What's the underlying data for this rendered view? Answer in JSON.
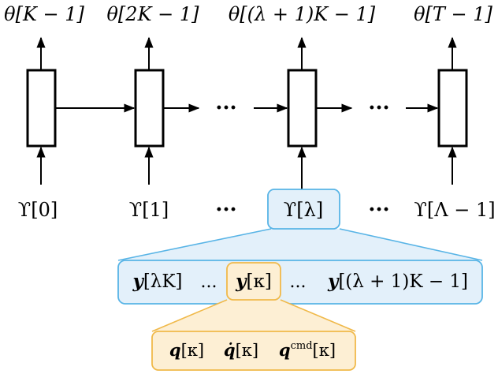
{
  "outputs": {
    "o1": "θ[K − 1]",
    "o2": "θ[2K − 1]",
    "o3": "θ[(λ + 1)K − 1]",
    "o4": "θ[T − 1]"
  },
  "inputs": {
    "i1": "ϒ[0]",
    "i2": "ϒ[1]",
    "i3": "ϒ[λ]",
    "i4": "ϒ[Λ − 1]"
  },
  "ellipsis": "···",
  "sequence": {
    "first": "y[λK]",
    "dots": "...",
    "middle": "y[κ]",
    "last": "y[(λ + 1)K − 1]"
  },
  "signals": {
    "q": "q[κ]",
    "qdot": "q̇[κ]",
    "qcmd": "q",
    "qcmd_sup": "cmd",
    "qcmd_arg": "[κ]"
  },
  "colors": {
    "blue_fill": "#e3f0fa",
    "blue_stroke": "#58b4e6",
    "orange_fill": "#fdefd4",
    "orange_stroke": "#f0b94a"
  }
}
